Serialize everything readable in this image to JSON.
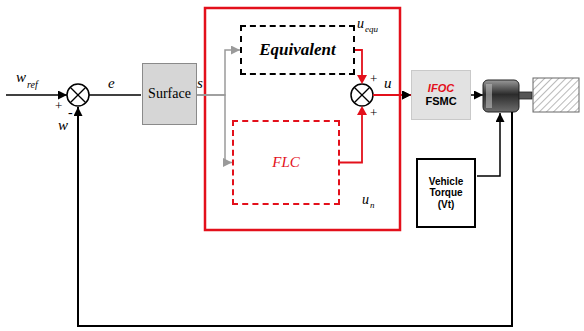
{
  "diagram": {
    "nodes": [
      {
        "text": [
          "Surface"
        ]
      },
      {
        "text": [
          "Equivalent"
        ]
      },
      {
        "text": [
          "FLC"
        ]
      },
      {
        "text": [
          "IFOC",
          "FSMC"
        ]
      },
      {
        "text": [
          "Vehicle Torque (Vt)"
        ]
      }
    ],
    "edges": [
      {
        "from": 0,
        "to": 1,
        "arrow": "to"
      },
      {
        "from": 0,
        "to": 2,
        "arrow": "to"
      },
      {
        "from": 1,
        "to": 3,
        "arrow": "to"
      },
      {
        "from": 2,
        "to": 3,
        "arrow": "to"
      }
    ],
    "labels": [
      "w",
      "ref",
      "+",
      "-",
      "w",
      "e",
      "s",
      "u",
      "equ",
      "+",
      "+",
      "u",
      "n",
      "u"
    ]
  }
}
